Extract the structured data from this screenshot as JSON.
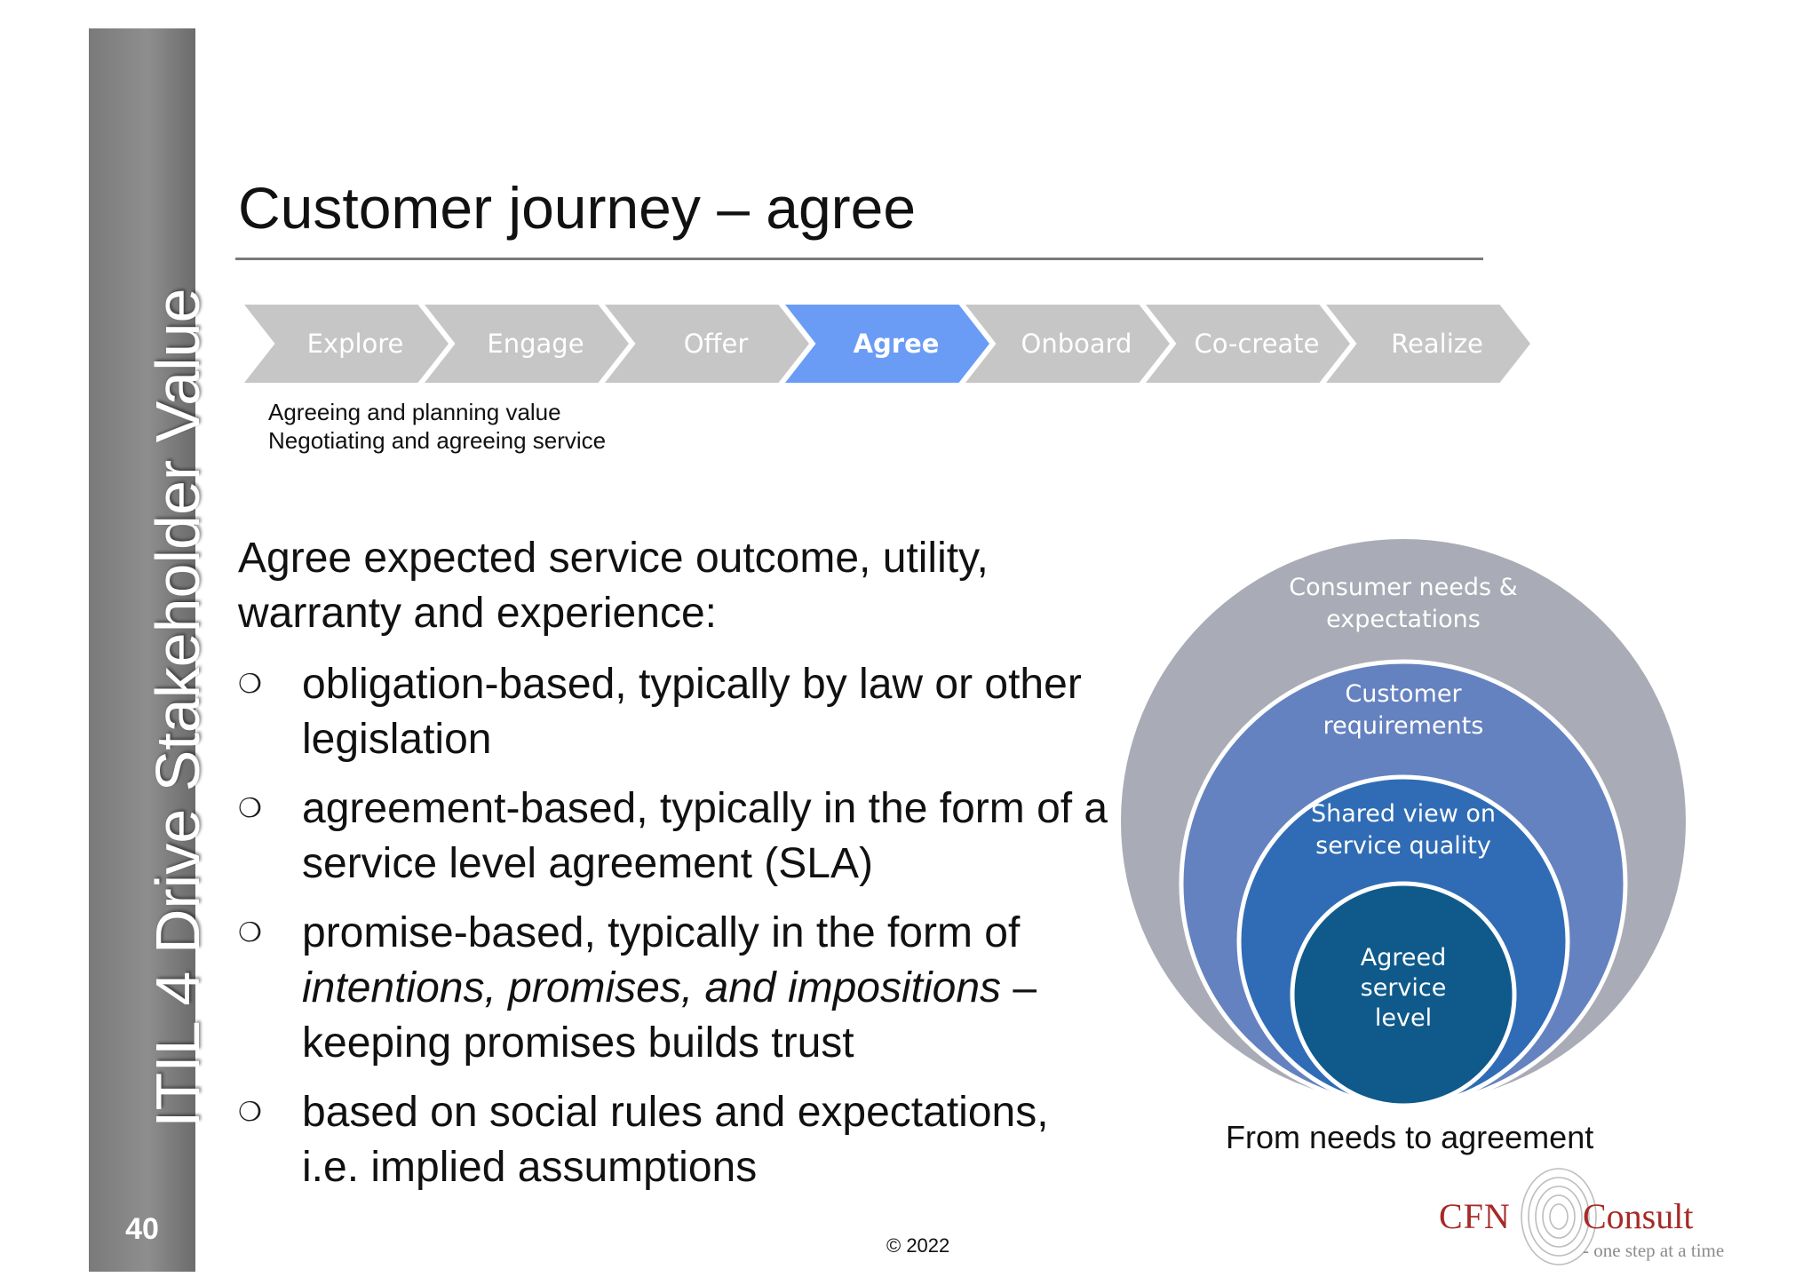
{
  "sidebar": {
    "title": "ITIL 4 Drive Stakeholder Value",
    "page_number": "40"
  },
  "header": {
    "title": "Customer journey – agree"
  },
  "journey": {
    "steps": [
      {
        "label": "Explore"
      },
      {
        "label": "Engage"
      },
      {
        "label": "Offer"
      },
      {
        "label": "Agree"
      },
      {
        "label": "Onboard"
      },
      {
        "label": "Co-create"
      },
      {
        "label": "Realize"
      }
    ],
    "active_step": "Agree",
    "active_color": "#6a9cf6",
    "inactive_color": "#c6c6c6"
  },
  "description": {
    "line1": "Agreeing and planning value",
    "line2": "Negotiating and agreeing service"
  },
  "body": {
    "lead": "Agree expected service outcome, utility, warranty and experience:",
    "bullets": [
      {
        "text": "obligation-based, typically by law or other legislation"
      },
      {
        "text": "agreement-based, typically in the form of a service level agreement (SLA)"
      },
      {
        "text_before": "promise-based, typically in the form of ",
        "italic": "intentions, promises, and impositions",
        "text_after": " – keeping promises builds trust"
      },
      {
        "text": "based on social rules and expectations, i.e. implied assumptions"
      }
    ],
    "bullet_glyph": "❍"
  },
  "diagram": {
    "layers": [
      {
        "label1": "Consumer needs &",
        "label2": "expectations",
        "label3": "",
        "color": "#a9abb6"
      },
      {
        "label1": "Customer",
        "label2": "requirements",
        "label3": "",
        "color": "#6582c0"
      },
      {
        "label1": "Shared view on",
        "label2": "service quality",
        "label3": "",
        "color": "#2f6cb5"
      },
      {
        "label1": "Agreed",
        "label2": "service",
        "label3": "level",
        "color": "#0f5a8a"
      }
    ],
    "caption": "From needs to agreement"
  },
  "footer": {
    "copyright": "© 2022"
  },
  "logo": {
    "name_left": "CFN",
    "name_right": "Consult",
    "tagline": "- one step at a time",
    "brand_color": "#a62a26"
  }
}
